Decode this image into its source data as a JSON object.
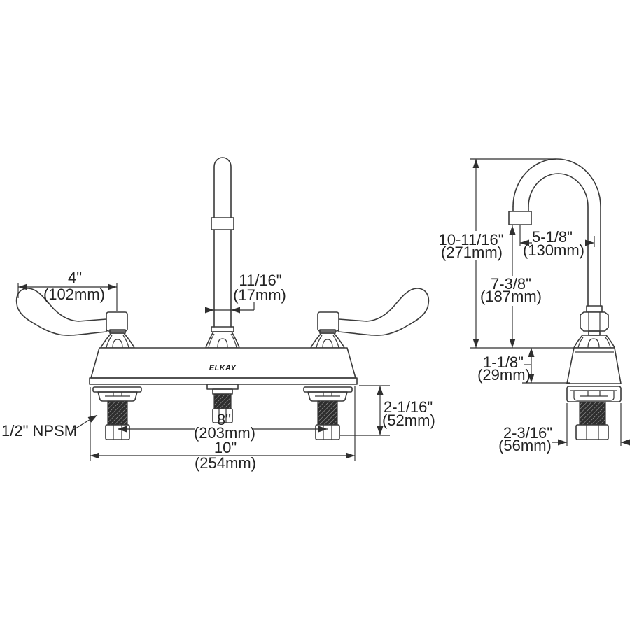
{
  "brand": "ELKAY",
  "front_view": {
    "handle_length_in": "4\"",
    "handle_length_mm": "(102mm)",
    "spout_diameter_in": "11/16\"",
    "spout_diameter_mm": "(17mm)",
    "faucet_centers_in": "8\"",
    "faucet_centers_mm": "(203mm)",
    "overall_width_in": "10\"",
    "overall_width_mm": "(254mm)",
    "deck_clearance_in": "2-1/16\"",
    "deck_clearance_mm": "(52mm)",
    "shank_thread": "1/2\" NPSM"
  },
  "side_view": {
    "overall_height_in": "10-11/16\"",
    "overall_height_mm": "(271mm)",
    "spout_reach_in": "5-1/8\"",
    "spout_reach_mm": "(130mm)",
    "outlet_height_in": "7-3/8\"",
    "outlet_height_mm": "(187mm)",
    "body_above_deck_in": "1-1/8\"",
    "body_above_deck_mm": "(29mm)",
    "base_width_in": "2-3/16\"",
    "base_width_mm": "(56mm)"
  }
}
